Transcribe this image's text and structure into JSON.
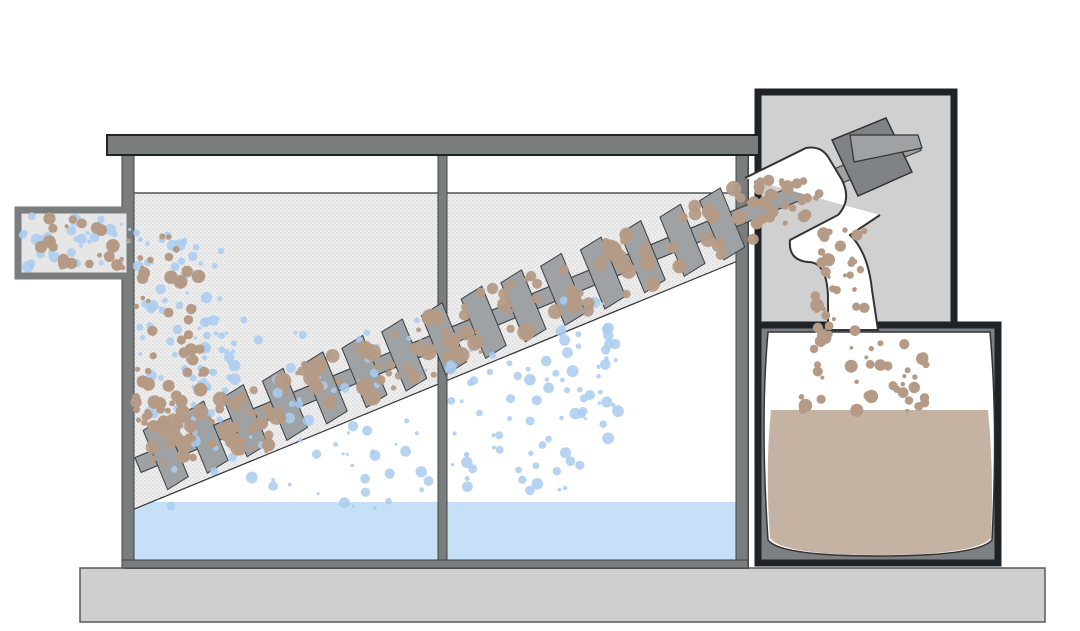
{
  "diagram": {
    "labels": [],
    "colors": {
      "background": "#ffffff",
      "frame_gray": "#7a7d7d",
      "frame_dark": "#1d2326",
      "base_gray": "#cfcfcf",
      "screen_gray": "#e6e6e6",
      "water_blue": "#c5e0f7",
      "bubble_blue": "#a9cdf0",
      "grit_brown": "#b59b86",
      "sediment": "#c4b2a2",
      "auger_gray": "#9ea2a5",
      "motor_gray": "#7f8385",
      "enclosure_gray": "#d0d0d0"
    },
    "components": [
      "inlet-pipe",
      "settling-tank",
      "inclined-screen",
      "screw-auger",
      "drive-motor",
      "discharge-chute",
      "collection-bin",
      "water-layer",
      "grit-particles",
      "air-bubbles",
      "support-base"
    ]
  }
}
